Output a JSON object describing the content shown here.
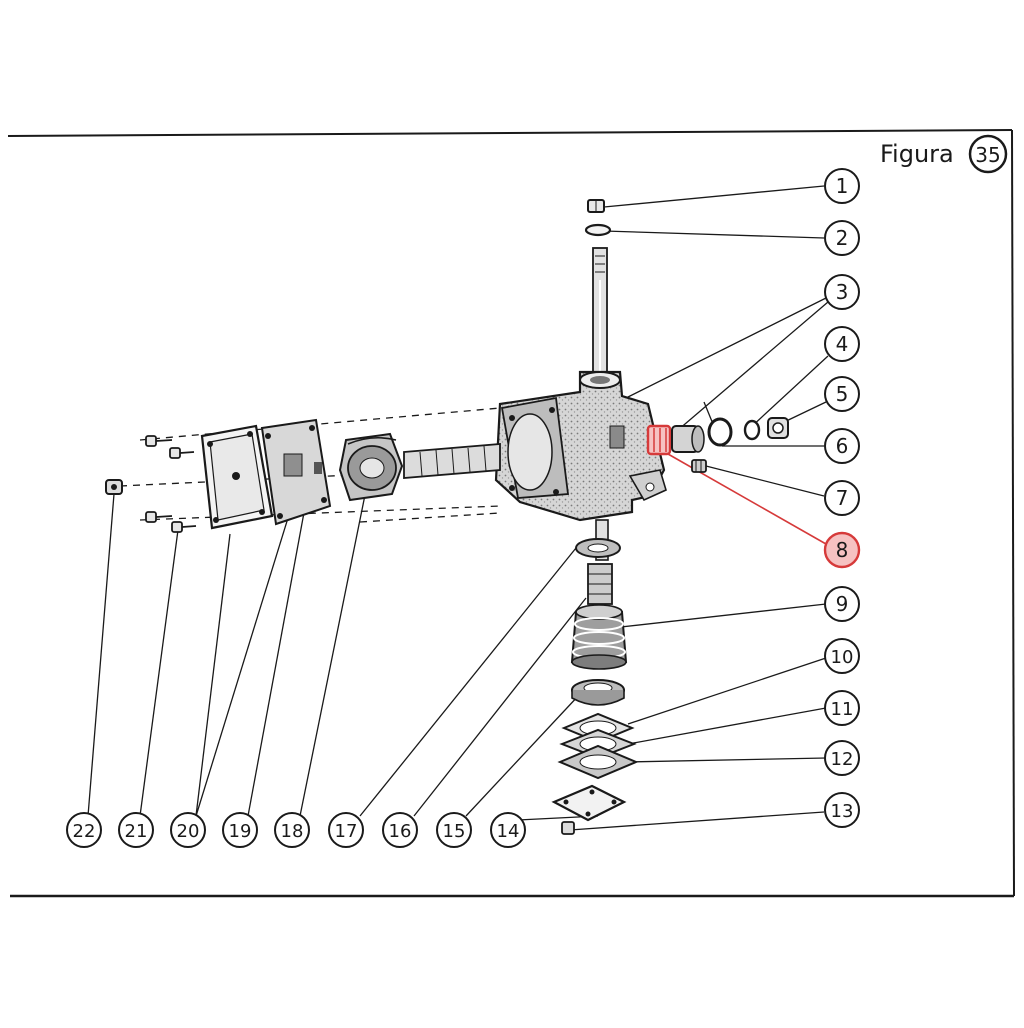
{
  "figure": {
    "label": "Figura",
    "number": "35"
  },
  "colors": {
    "ink": "#1a1a1a",
    "paper": "#ffffff",
    "highlight": "#d63a3a",
    "highlight_fill": "#f6c2c2",
    "part_fill": "#cfcfcf"
  },
  "callouts": {
    "c1": "1",
    "c2": "2",
    "c3": "3",
    "c4": "4",
    "c5": "5",
    "c6": "6",
    "c7": "7",
    "c8": "8",
    "c9": "9",
    "c10": "10",
    "c11": "11",
    "c12": "12",
    "c13": "13",
    "c14": "14",
    "c15": "15",
    "c16": "16",
    "c17": "17",
    "c18": "18",
    "c19": "19",
    "c20": "20",
    "c21": "21",
    "c22": "22"
  },
  "highlighted_part": "8"
}
